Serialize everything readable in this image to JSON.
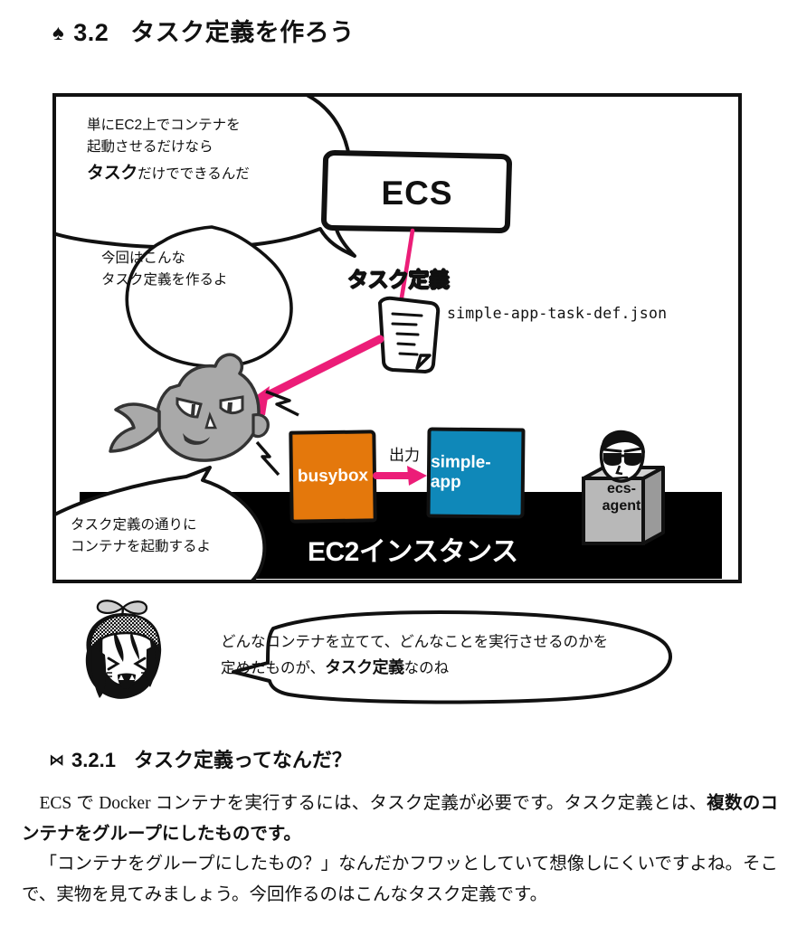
{
  "section": {
    "mark": "♠",
    "number": "3.2",
    "title": "タスク定義を作ろう"
  },
  "figure": {
    "bubbles": [
      {
        "name": "bubble-task-only",
        "line1": "単にEC2上でコンテナを",
        "line2": "起動させるだけなら",
        "line3_bold": "タスク",
        "line3_rest": "だけでできるんだ"
      },
      {
        "name": "bubble-this-time",
        "line1": "今回はこんな",
        "line2": "タスク定義を作るよ"
      },
      {
        "name": "bubble-start-containers",
        "line1": "タスク定義の通りに",
        "line2": "コンテナを起動するよ"
      }
    ],
    "ecs_box_label": "ECS",
    "task_definition_label": "タスク定義",
    "json_file_name": "simple-app-task-def.json",
    "ec2_instance_label": "EC2インスタンス",
    "output_label": "出力",
    "containers": [
      {
        "name": "busybox",
        "label": "busybox",
        "color": "#E4780C"
      },
      {
        "name": "simple-app",
        "label": "simple-app",
        "color": "#0F88B9"
      }
    ],
    "agent": {
      "line1": "ecs-",
      "line2": "agent",
      "color": "#B3B3B3"
    },
    "accent_pink": "#EC1D78",
    "whale_color": "#A9A9A9"
  },
  "bottom_bubble": {
    "line1": "どんなコンテナを立てて、どんなことを実行させるのかを",
    "line2_pre": "定めたものが、",
    "line2_bold": "タスク定義",
    "line2_post": "なのね"
  },
  "subsection": {
    "mark": "⋈",
    "number": "3.2.1",
    "title": "タスク定義ってなんだ？"
  },
  "body": {
    "p1_pre": "ECS で Docker コンテナを実行するには、タスク定義が必要です。タスク定義とは、",
    "p1_bold": "複数のコンテナをグループにしたものです。",
    "p2": "「コンテナをグループにしたもの？」なんだかフワッとしていて想像しにくいですよね。そこで、実物を見てみましょう。今回作るのはこんなタスク定義です。"
  }
}
